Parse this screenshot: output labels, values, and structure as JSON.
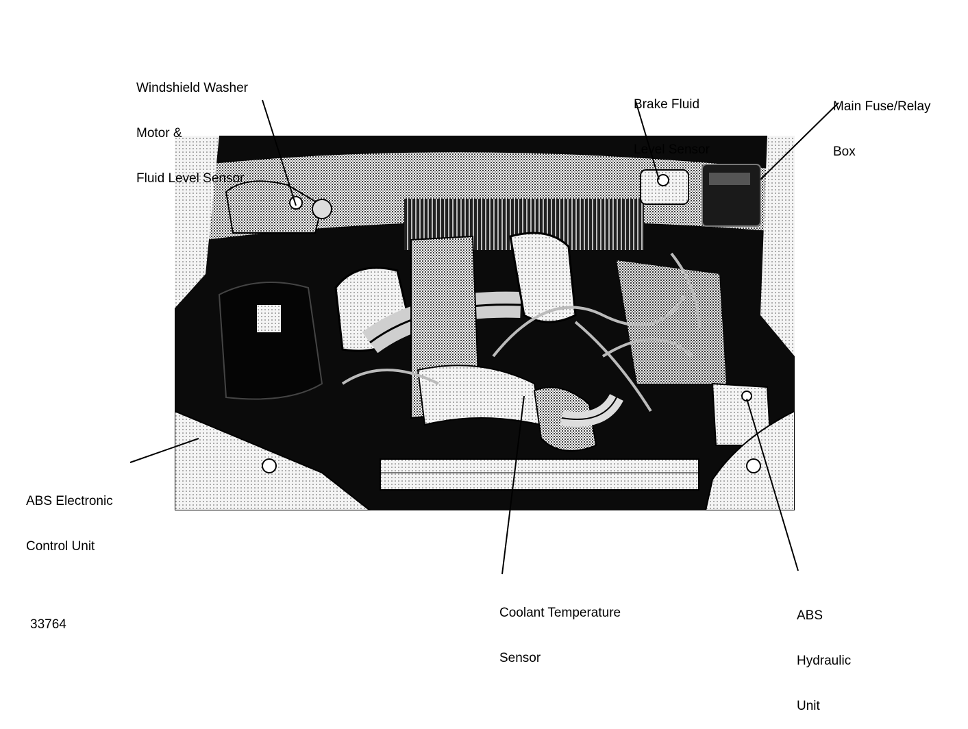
{
  "callouts": {
    "washer": {
      "lines": [
        "Windshield Washer",
        "Motor &",
        "Fluid Level Sensor"
      ]
    },
    "brake": {
      "lines": [
        "Brake Fluid",
        "Level Sensor"
      ]
    },
    "fuse": {
      "lines": [
        "Main Fuse/Relay",
        "Box"
      ]
    },
    "abs_ecu": {
      "lines": [
        "ABS Electronic",
        "Control Unit"
      ]
    },
    "coolant": {
      "lines": [
        "Coolant Temperature",
        "Sensor"
      ]
    },
    "abs_hydraulic": {
      "lines": [
        "ABS",
        "Hydraulic",
        "Unit"
      ]
    }
  },
  "figure_number": "33764",
  "colors": {
    "ink": "#000000",
    "paper": "#ffffff",
    "halftone": "#7a7a7a"
  }
}
